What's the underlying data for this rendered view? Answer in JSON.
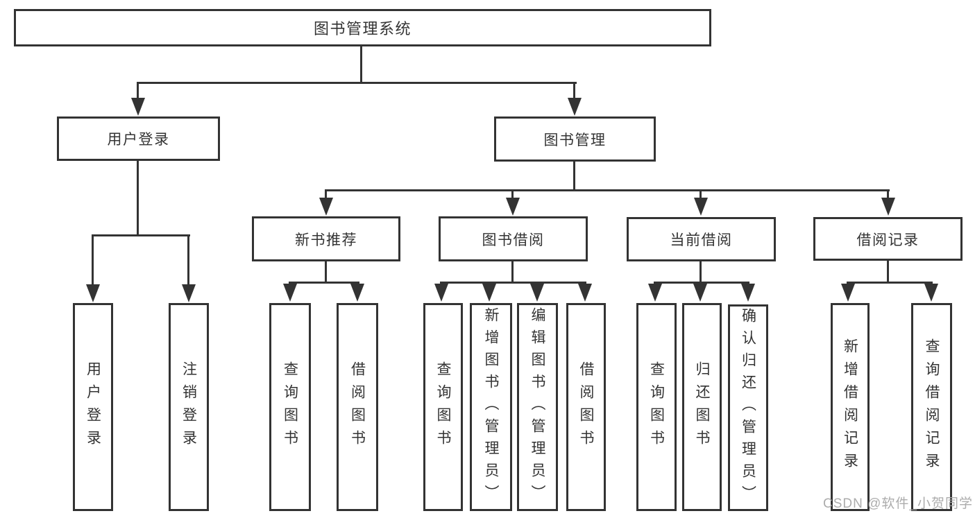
{
  "diagram": {
    "title": "图书管理系统",
    "level2": {
      "user_login": "用户登录",
      "book_mgmt": "图书管理"
    },
    "level3": {
      "new_book_rec": "新书推荐",
      "book_borrow": "图书借阅",
      "current_borrow": "当前借阅",
      "borrow_records": "借阅记录"
    },
    "leaves": {
      "user_login": "用户登录",
      "logout": "注销登录",
      "nb_query_books": "查询图书",
      "nb_borrow_books": "借阅图书",
      "bb_query_books": "查询图书",
      "bb_add_books": "新增图书（管理员）",
      "bb_edit_books": "编辑图书（管理员）",
      "bb_borrow_books": "借阅图书",
      "cb_query_books": "查询图书",
      "cb_return_books": "归还图书",
      "cb_confirm_return": "确认归还（管理员）",
      "br_add_record": "新增借阅记录",
      "br_query_record": "查询借阅记录"
    },
    "watermark": "CSDN @软件_小贺同学",
    "colors": {
      "line": "#333333",
      "text": "#333333",
      "watermark": "#a8a8a8",
      "background": "#ffffff"
    }
  }
}
